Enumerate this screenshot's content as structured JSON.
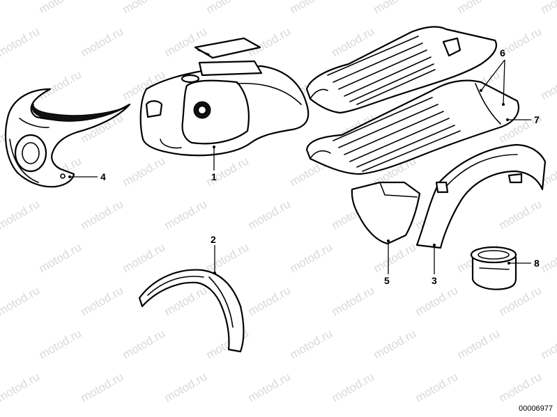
{
  "watermark": "motod.ru",
  "callouts": {
    "c1": "1",
    "c2": "2",
    "c3": "3",
    "c4": "4",
    "c5": "5",
    "c6": "6",
    "c7": "7",
    "c8": "8"
  },
  "reference_number": "00006977",
  "colors": {
    "line": "#000000",
    "background": "#ffffff",
    "watermark": "#d9d9d9"
  }
}
